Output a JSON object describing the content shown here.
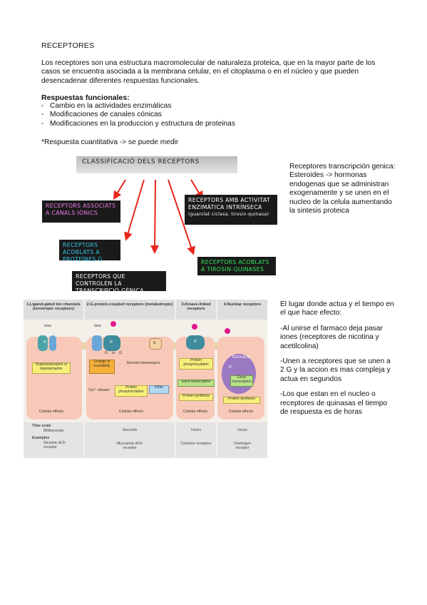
{
  "title": "RECEPTORES",
  "intro": "Los receptores son una estructura macromolecular de naturaleza proteica, que en la mayor parte de los casos se encuentra asociada a la membrana celular, en el citoplasma o en el núcleo y que pueden desencadenar diferentes respuestas funcionales.",
  "responses": {
    "heading": "Respuestas funcionales:",
    "items": [
      "Cambio en la actividades enzimáticas",
      "Modificaciones de canales cónicas",
      "Modificaciones en la produccion y estructura de proteinas"
    ]
  },
  "note": "*Respuesta cuantitativa -> se puede medir",
  "classification": {
    "title": "CLASSIFICACIÓ DELS RECEPTORS",
    "box1": "RECEPTORS ASSOCIATS A CANALS IÒNICS",
    "box2": "RECEPTORS AMB ACTIVITAT ENZIMÀTICA INTRÍNSECA",
    "box2_sub": "(guanilat ciclasa, tirosin-quinasa)",
    "box3": "RECEPTORS ACOBLATS A PROTEÏNES G",
    "box4": "RECEPTORS ACOBLATS A TIROSIN-QUINASES",
    "box5": "RECEPTORS QUE CONTROLEN LA TRANSCRIPCIÓ GÈNICA",
    "colors": {
      "arrow": "#e8261c",
      "box_bg": "#1a1a1a"
    }
  },
  "side_note_1": "Receptores transcripción genica: Esteroides -> hormonas endogenas que se administran exogenamente y se unen en el nucleo de la celula aumentando la sintesis proteica",
  "figure": {
    "headers": [
      "1.Ligand-gated ion channels (ionotropic receptors)",
      "2.G-protein-coupled receptors (metabotropic)",
      "3.Kinase-linked receptors",
      "4.Nuclear receptors"
    ],
    "labels": {
      "ions1": "Ions",
      "ions2": "Ions",
      "hyper": "Hyperpolarisation or depolarisation",
      "change": "Change in excitability",
      "second": "Second messengers",
      "ca": "Ca²⁺ release",
      "protphos2": "Protein phosphorylation",
      "other": "Other",
      "protphos3": "Protein phosphorylation",
      "gene3": "Gene transcription",
      "synth3": "Protein synthesis",
      "nucleus": "NUCLEUS",
      "gene4": "Gene transcription",
      "synth4": "Protein synthesis",
      "cell1": "Cellular effects",
      "cell2": "Cellular effects",
      "cell3": "Cellular effects",
      "cell4": "Cellular effects",
      "r1": "R",
      "r2": "R",
      "r3": "R",
      "r4": "R",
      "e": "E",
      "g1": "G",
      "g2": "G",
      "or": "or"
    },
    "timescale_label": "Time scale",
    "examples_label": "Examples",
    "timescales": [
      "Milliseconds",
      "Seconds",
      "Hours",
      "Hours"
    ],
    "examples": [
      "Nicotinic ACh receptor",
      "Muscarinic ACh receptor",
      "Cytokine receptors",
      "Oestrogen receptor"
    ]
  },
  "side_note_2": [
    "El lugar donde actua y el tiempo en el que hace efecto:",
    "-Al unirse el farmaco deja pasar iones (receptores de nicotina y acetilcolina)",
    "-Unen a receptores que se unen a 2 G y la accion es mas compleja y actua en segundos",
    "-Los que estan en el nucleo o receptores de quinasas el tiempo de respuesta es de horas"
  ]
}
